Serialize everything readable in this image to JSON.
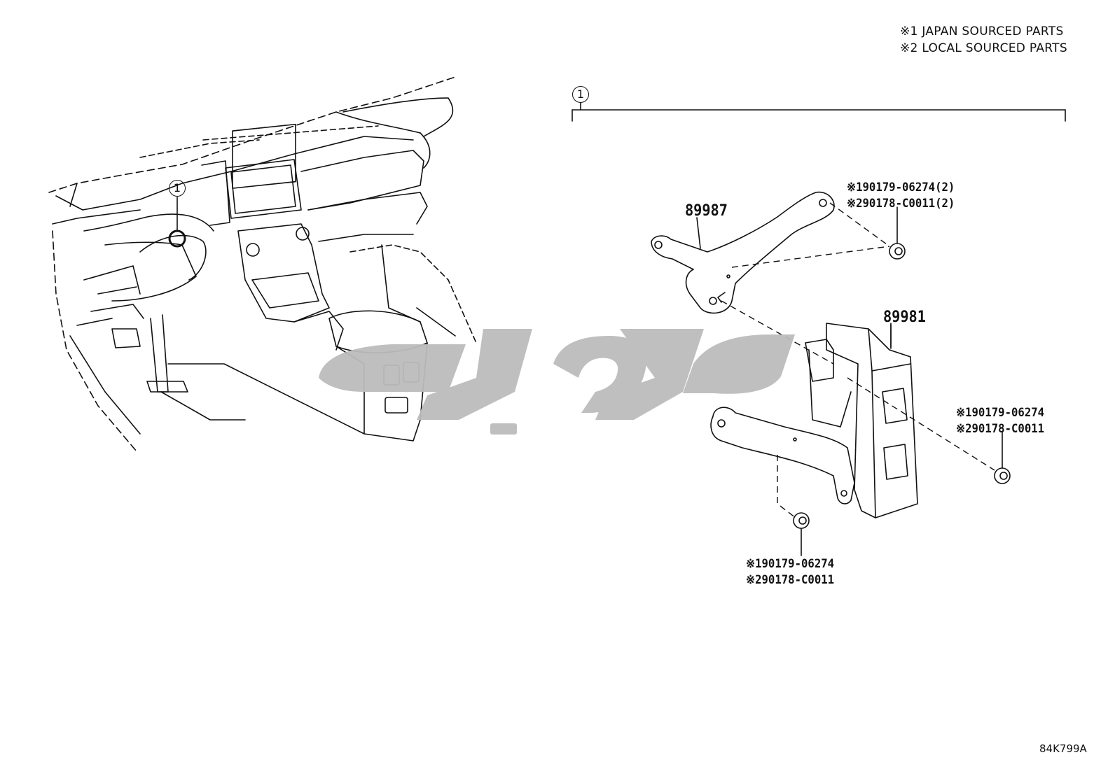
{
  "notes": {
    "japan": "※1 JAPAN SOURCED PARTS",
    "local": "※2 LOCAL SOURCED PARTS"
  },
  "callout": {
    "ref": "1"
  },
  "parts": {
    "bracket_upper": "89987",
    "ecu_module": "89981"
  },
  "fasteners": {
    "top_1": "※190179-06274(2)",
    "top_2": "※290178-C0011(2)",
    "right_1": "※190179-06274",
    "right_2": "※290178-C0011",
    "bottom_1": "※190179-06274",
    "bottom_2": "※290178-C0011"
  },
  "watermark": {
    "color": "#bcbcbc"
  },
  "figure_code": "84K799A"
}
